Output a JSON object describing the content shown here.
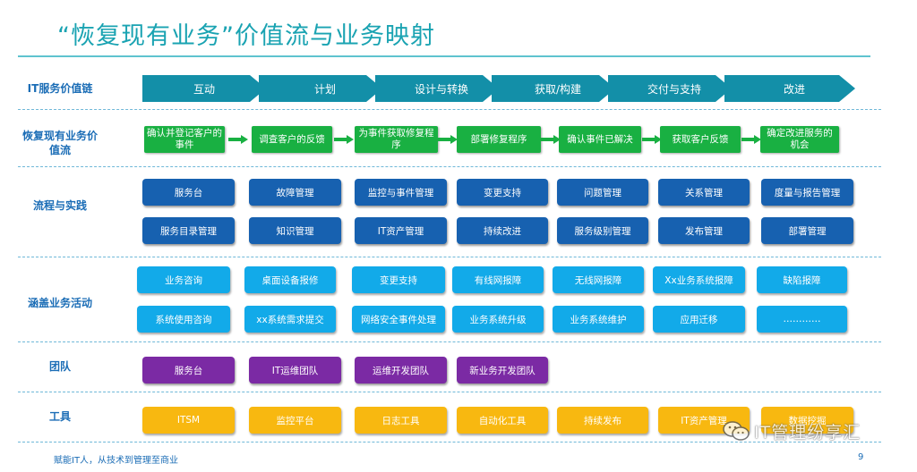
{
  "title": "“恢复现有业务”价值流与业务映射",
  "rows": {
    "value_chain": "IT服务价值链",
    "value_stream": "恢复现有业务价值流",
    "process": "流程与实践",
    "activities": "涵盖业务活动",
    "team": "团队",
    "tools": "工具"
  },
  "value_chain": [
    "互动",
    "计划",
    "设计与转换",
    "获取/构建",
    "交付与支持",
    "改进"
  ],
  "value_stream": [
    "确认并登记客户的事件",
    "调查客户的反馈",
    "为事件获取修复程序",
    "部署修复程序",
    "确认事件已解决",
    "获取客户反馈",
    "确定改进服务的机会"
  ],
  "process_row1": [
    "服务台",
    "故障管理",
    "监控与事件管理",
    "变更支持",
    "问题管理",
    "关系管理",
    "度量与报告管理"
  ],
  "process_row2": [
    "服务目录管理",
    "知识管理",
    "IT资产管理",
    "持续改进",
    "服务级别管理",
    "发布管理",
    "部署管理"
  ],
  "activities_row1": [
    "业务咨询",
    "桌面设备报修",
    "变更支持",
    "有线网报障",
    "无线网报障",
    "Xx业务系统报障",
    "缺陷报障"
  ],
  "activities_row2": [
    "系统使用咨询",
    "xx系统需求提交",
    "网络安全事件处理",
    "业务系统升级",
    "业务系统维护",
    "应用迁移",
    "…………"
  ],
  "teams": [
    "服务台",
    "IT运维团队",
    "运维开发团队",
    "新业务开发团队"
  ],
  "tools": [
    "ITSM",
    "监控平台",
    "日志工具",
    "自动化工具",
    "持续发布",
    "IT资产管理",
    "数据挖掘"
  ],
  "footer": "赋能IT人，从技术到管理至商业",
  "page_number": "9",
  "watermark": "IT管理纷享汇",
  "colors": {
    "chevron": "#138fa8",
    "value_stream": "#19b042",
    "process": "#1761b0",
    "activities": "#12aae9",
    "team": "#7b2aa4",
    "tools": "#f8b810",
    "title": "#1aa3b2"
  }
}
